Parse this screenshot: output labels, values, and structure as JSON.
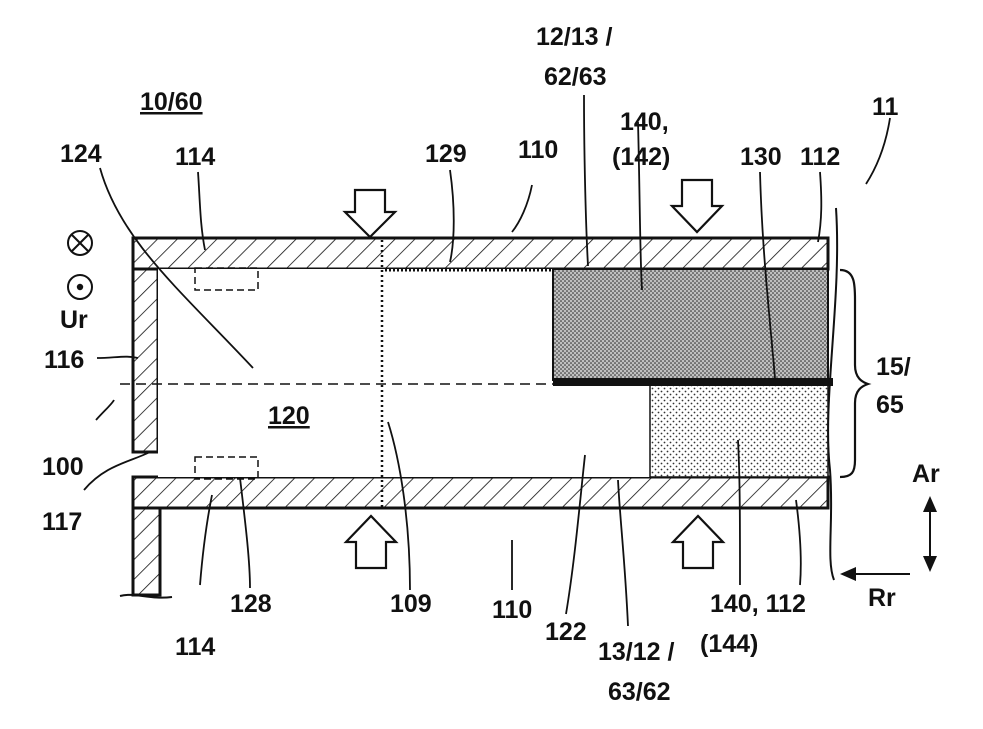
{
  "figure": {
    "labels": {
      "ref_10_60": "10/60",
      "ref_11": "11",
      "ref_12_13_62_63_line1": "12/13 /",
      "ref_12_13_62_63_line2": "62/63",
      "ref_13_12_63_62_line1": "13/12 /",
      "ref_13_12_63_62_line2": "63/62",
      "ref_15_65_line1": "15/",
      "ref_15_65_line2": "65",
      "ref_100": "100",
      "ref_109": "109",
      "ref_110_top": "110",
      "ref_110_bottom": "110",
      "ref_112_top": "112",
      "ref_112_bottom": "140, 112",
      "ref_144": "(144)",
      "ref_114_top": "114",
      "ref_114_bottom": "114",
      "ref_116": "116",
      "ref_117": "117",
      "ref_120": "120",
      "ref_122": "122",
      "ref_124": "124",
      "ref_128": "128",
      "ref_129": "129",
      "ref_130": "130",
      "ref_140_142_line1": "140,",
      "ref_140_142_line2": "(142)",
      "ref_140_bottom": "140",
      "ur": "Ur",
      "ar": "Ar",
      "rr": "Rr"
    },
    "colors": {
      "ink": "#111111",
      "paper": "#ffffff",
      "stipple": "#d9d9d9"
    }
  }
}
